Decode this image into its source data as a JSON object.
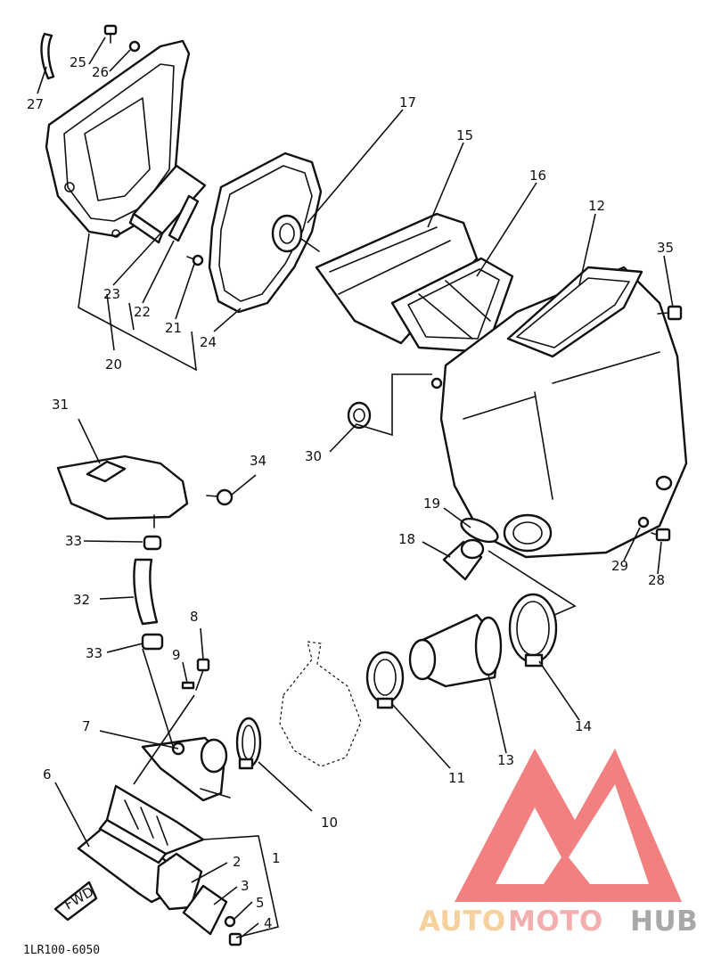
{
  "diagram": {
    "labels": {
      "l1": "1",
      "l2": "2",
      "l3": "3",
      "l4": "4",
      "l5": "5",
      "l6": "6",
      "l7": "7",
      "l8": "8",
      "l9": "9",
      "l10": "10",
      "l11": "11",
      "l12": "12",
      "l13": "13",
      "l14": "14",
      "l15": "15",
      "l16": "16",
      "l17": "17",
      "l18": "18",
      "l19": "19",
      "l20": "20",
      "l21": "21",
      "l22": "22",
      "l23": "23",
      "l24": "24",
      "l25": "25",
      "l26": "26",
      "l27": "27",
      "l28": "28",
      "l29": "29",
      "l30": "30",
      "l31": "31",
      "l32": "32",
      "l33a": "33",
      "l33b": "33",
      "l34": "34",
      "l35": "35"
    },
    "fwd_label": "FWD",
    "drawing_code": "1LR100-6050"
  },
  "watermark": {
    "brand_auto": "AUTO",
    "brand_moto": "MOTO",
    "brand_hub": "HUB",
    "colors": {
      "triangle": "#f06a6a",
      "auto": "#f5c98a",
      "moto": "#f2a1a1",
      "hub": "#9a9a9a"
    }
  }
}
